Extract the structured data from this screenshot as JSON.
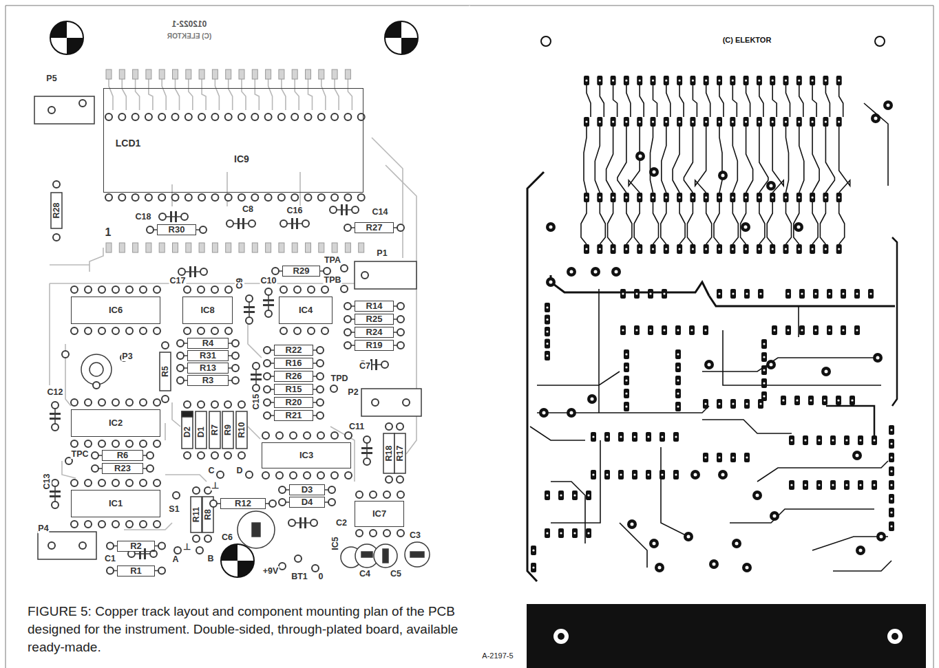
{
  "diagram": {
    "caption": "FIGURE 5: Copper track layout and component mounting plan of the PCB designed for the instrument. Double-sided, through-plated board, available ready-made.",
    "nodes": [
      {
        "text": [
          "LCD1",
          "IC9"
        ]
      },
      {
        "text": [
          "R30"
        ]
      },
      {
        "text": [
          "R27"
        ]
      },
      {
        "text": [
          "R29"
        ]
      },
      {
        "text": [
          "IC6"
        ]
      },
      {
        "text": [
          "IC8"
        ]
      },
      {
        "text": [
          "IC4"
        ]
      },
      {
        "text": [
          "R14"
        ]
      },
      {
        "text": [
          "R25"
        ]
      },
      {
        "text": [
          "R24"
        ]
      },
      {
        "text": [
          "R19"
        ]
      },
      {
        "text": [
          "R4"
        ]
      },
      {
        "text": [
          "R31"
        ]
      },
      {
        "text": [
          "R13"
        ]
      },
      {
        "text": [
          "R3"
        ]
      },
      {
        "text": [
          "R22"
        ]
      },
      {
        "text": [
          "R16"
        ]
      },
      {
        "text": [
          "R26"
        ]
      },
      {
        "text": [
          "R15"
        ]
      },
      {
        "text": [
          "R20"
        ]
      },
      {
        "text": [
          "R21"
        ]
      },
      {
        "text": [
          "IC2"
        ]
      },
      {
        "text": [
          "R6"
        ]
      },
      {
        "text": [
          "R23"
        ]
      },
      {
        "text": [
          "IC3"
        ]
      },
      {
        "text": [
          "IC1"
        ]
      },
      {
        "text": [
          "R12"
        ]
      },
      {
        "text": [
          "D3"
        ]
      },
      {
        "text": [
          "D4"
        ]
      },
      {
        "text": [
          "IC7"
        ]
      },
      {
        "text": [
          "R2"
        ]
      },
      {
        "text": [
          "R1"
        ]
      }
    ],
    "labels": [
      "012022-1",
      "(C) ELEKTOR",
      "P5",
      "R28",
      "C18",
      "C8",
      "C16",
      "C14",
      "1",
      "C17",
      "TPA",
      "TPB",
      "P1",
      "C9",
      "C10",
      "R5",
      "P3",
      "C15",
      "C7",
      "TPD",
      "P2",
      "C12",
      "D2",
      "D1",
      "R7",
      "R9",
      "R10",
      "C11",
      "R18",
      "R17",
      "TPC",
      "C",
      "D",
      "C13",
      "S1",
      "⊥",
      "R11",
      "R8",
      "C6",
      "C2",
      "IC5",
      "P4",
      "C1",
      "A",
      "⊥",
      "B",
      "+9V",
      "BT1",
      "0",
      "C4",
      "C5",
      "C3",
      "(C) ELEKTOR",
      "A-2197-5"
    ]
  }
}
